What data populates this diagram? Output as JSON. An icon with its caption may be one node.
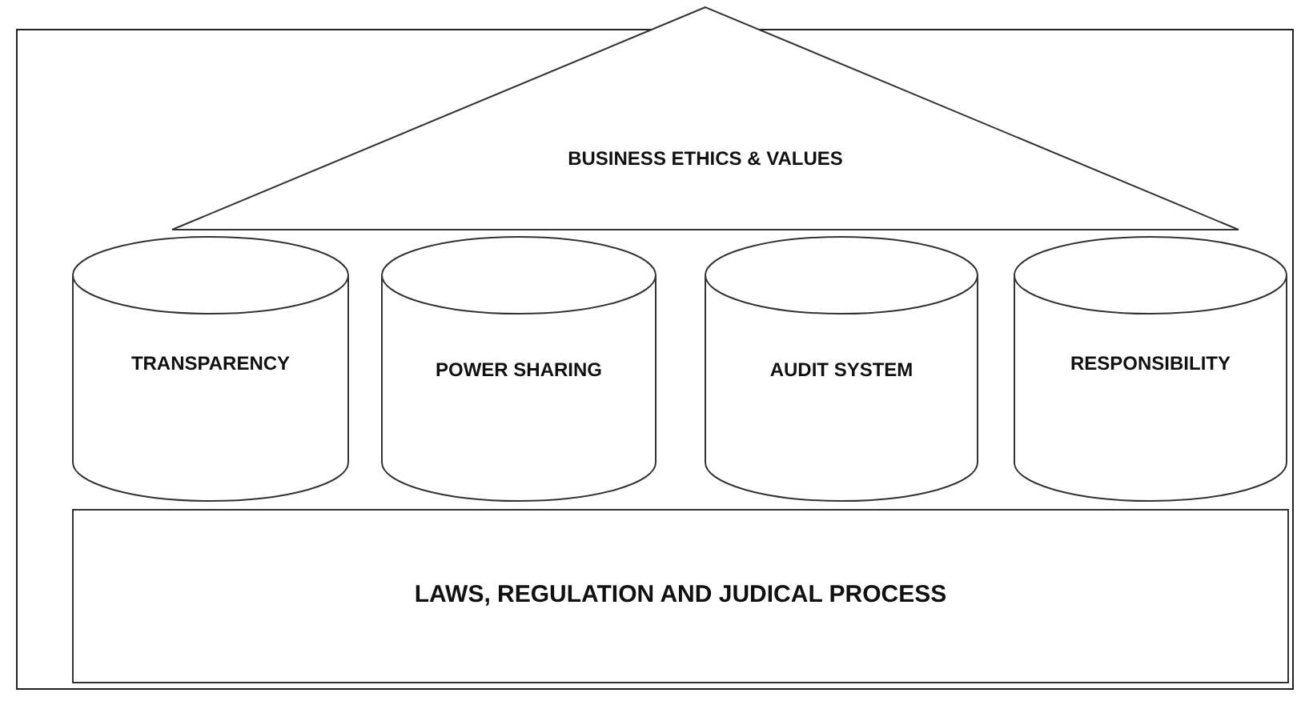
{
  "diagram": {
    "nodes": [
      {
        "text": [
          "BUSINESS ETHICS & VALUES"
        ]
      },
      {
        "text": [
          "TRANSPARENCY"
        ]
      },
      {
        "text": [
          "POWER SHARING"
        ]
      },
      {
        "text": [
          "AUDIT SYSTEM"
        ]
      },
      {
        "text": [
          "RESPONSIBILITY"
        ]
      },
      {
        "text": [
          "LAWS, REGULATION AND JUDICAL PROCESS"
        ]
      }
    ]
  }
}
